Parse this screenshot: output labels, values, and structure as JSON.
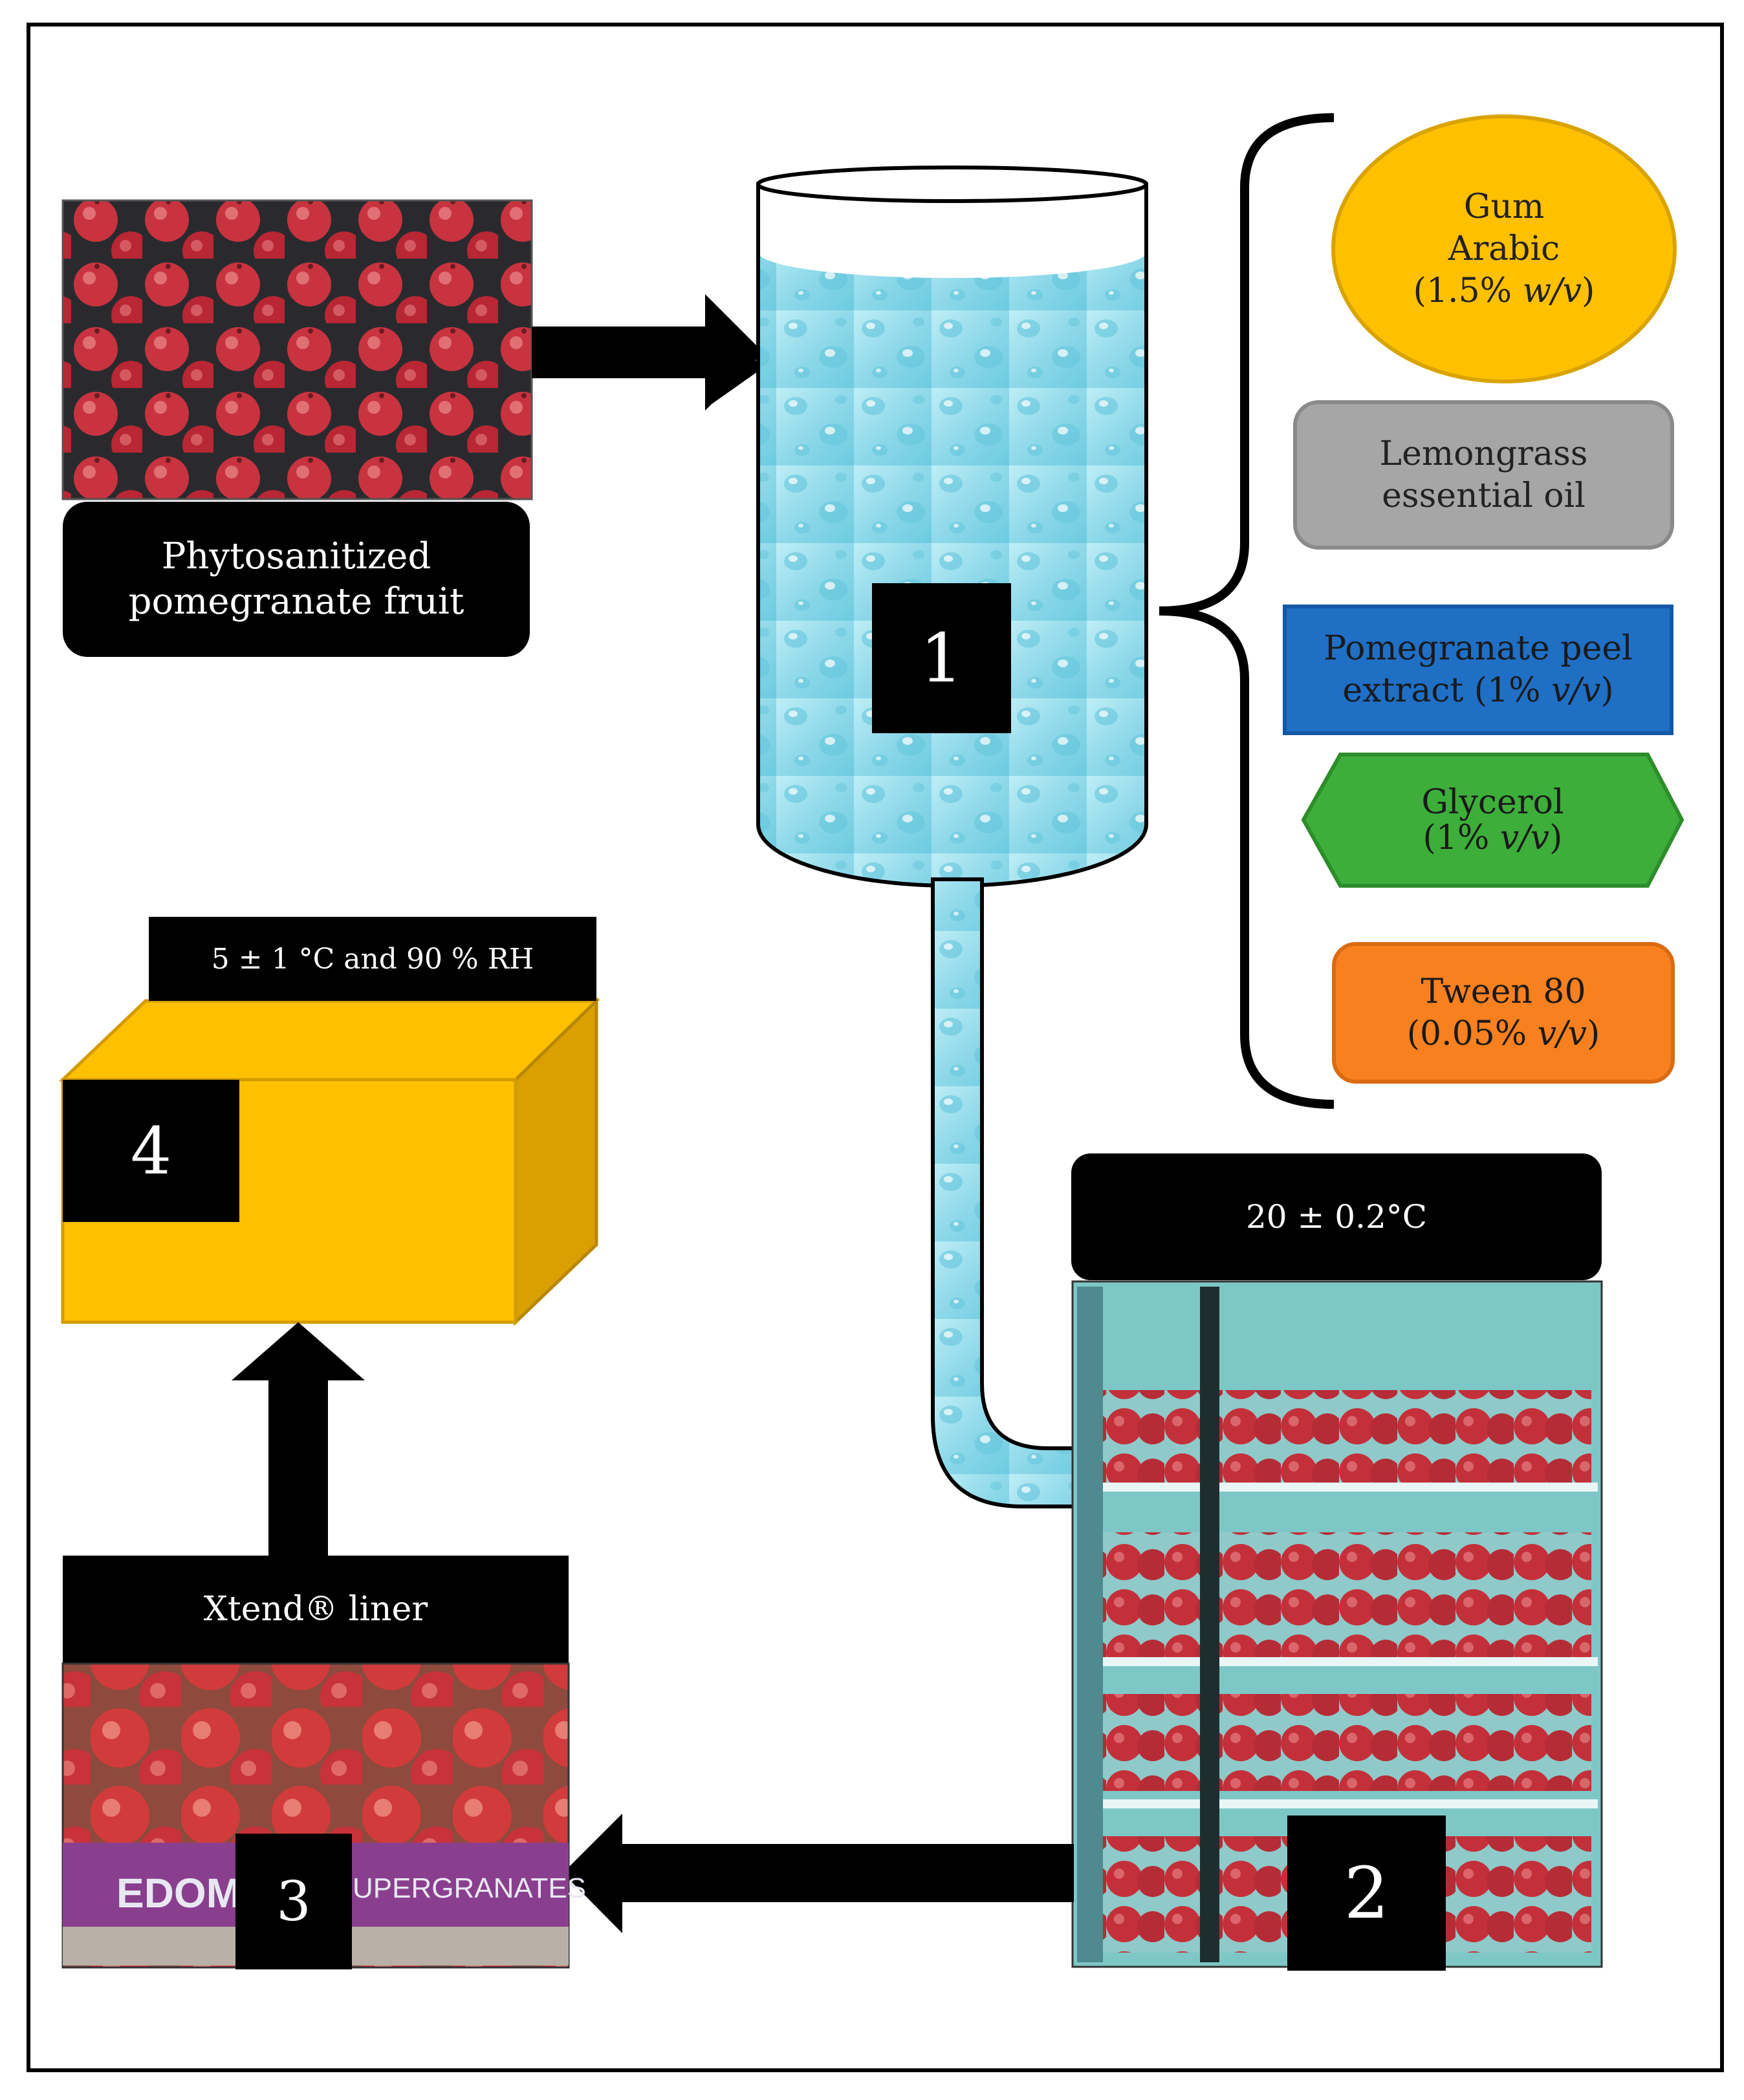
{
  "fruit_label": [
    "Phytosanitized",
    "pomegranate fruit"
  ],
  "steps": [
    "1",
    "2",
    "3",
    "4"
  ],
  "ingredients": {
    "gum_arabic": {
      "lines": [
        "Gum",
        "Arabic"
      ],
      "amount_value": "(1.5% ",
      "amount_unit": "w/v",
      "amount_end": ")",
      "color": "#FFC000"
    },
    "lemongrass": {
      "lines": [
        "Lemongrass",
        "essential oil"
      ],
      "color": "#A6A6A6"
    },
    "peel_extract": {
      "line1": "Pomegranate peel",
      "amount_value": "extract (1% ",
      "amount_unit": "v/v",
      "amount_end": ")",
      "color": "#1F6FC5"
    },
    "glycerol": {
      "line1": "Glycerol",
      "amount_value": "(1% ",
      "amount_unit": "v/v",
      "amount_end": ")",
      "color": "#3DAE3A"
    },
    "tween": {
      "line1": "Tween 80",
      "amount_value": "(0.05% ",
      "amount_unit": "v/v",
      "amount_end": ")",
      "color": "#F8801E"
    }
  },
  "incubation_label": "20 ± 0.2°C",
  "storage_label": "5 ± 1 °C and 90 % RH",
  "liner_label": "Xtend® liner",
  "box_text": [
    "EDOM",
    "UPERGRANATES"
  ]
}
